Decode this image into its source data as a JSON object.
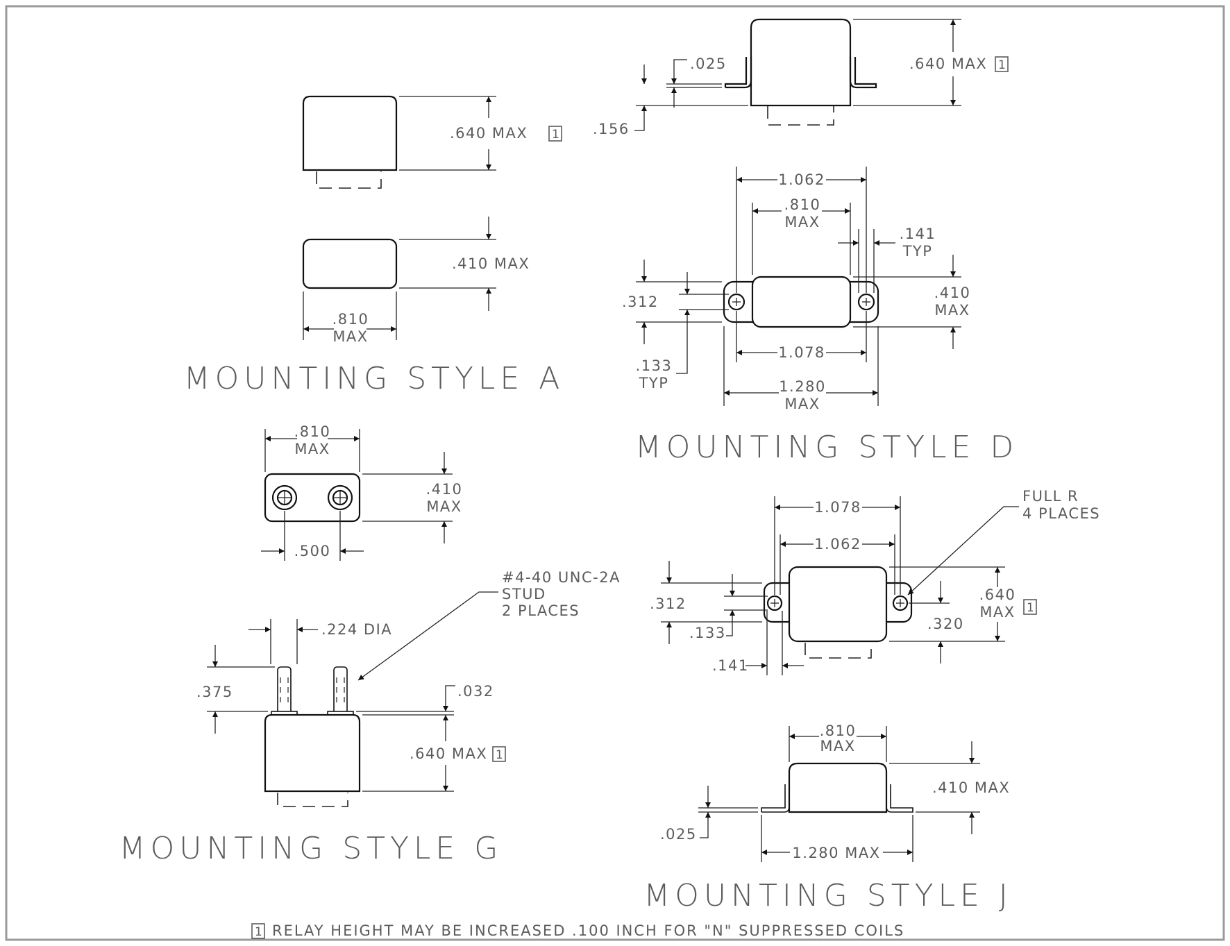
{
  "drawing": {
    "frame_color": "#9a9a9a",
    "line_color": "#111111",
    "text_color": "#5c5c5c"
  },
  "style_a": {
    "title": "MOUNTING STYLE A",
    "height": ".640 MAX",
    "width_value": ".810",
    "width_tol": "MAX",
    "depth": ".410 MAX"
  },
  "style_d": {
    "title": "MOUNTING STYLE D",
    "flange": ".025",
    "standoff": ".156",
    "height": ".640 MAX",
    "span_1062": "1.062",
    "body_value": ".810",
    "body_tol": "MAX",
    "slot_value": ".141",
    "slot_tol": "TYP",
    "width_312": ".312",
    "depth_value": ".410",
    "depth_tol": "MAX",
    "span_1078": "1.078",
    "hole_value": ".133",
    "hole_tol": "TYP",
    "overall_value": "1.280",
    "overall_tol": "MAX"
  },
  "style_g": {
    "title": "MOUNTING STYLE G",
    "width_value": ".810",
    "width_tol": "MAX",
    "depth_value": ".410",
    "depth_tol": "MAX",
    "stud_spacing": ".500",
    "stud_note": [
      "#4-40 UNC-2A",
      "STUD",
      "2 PLACES"
    ],
    "stud_dia": ".224 DIA",
    "stud_len": ".375",
    "base": ".032",
    "height": ".640 MAX"
  },
  "style_j": {
    "title": "MOUNTING STYLE J",
    "span_1078": "1.078",
    "span_1062": "1.062",
    "radius_note": [
      "FULL R",
      "4 PLACES"
    ],
    "width_312": ".312",
    "hole": ".133",
    "slot": ".141",
    "height_value": ".640",
    "height_tol": "MAX",
    "hole_height": ".320",
    "body_value": ".810",
    "body_tol": "MAX",
    "depth": ".410 MAX",
    "flange": ".025",
    "overall": "1.280 MAX"
  },
  "flag_number": "1",
  "footnote": "RELAY HEIGHT MAY BE INCREASED .100 INCH FOR \"N\" SUPPRESSED COILS"
}
